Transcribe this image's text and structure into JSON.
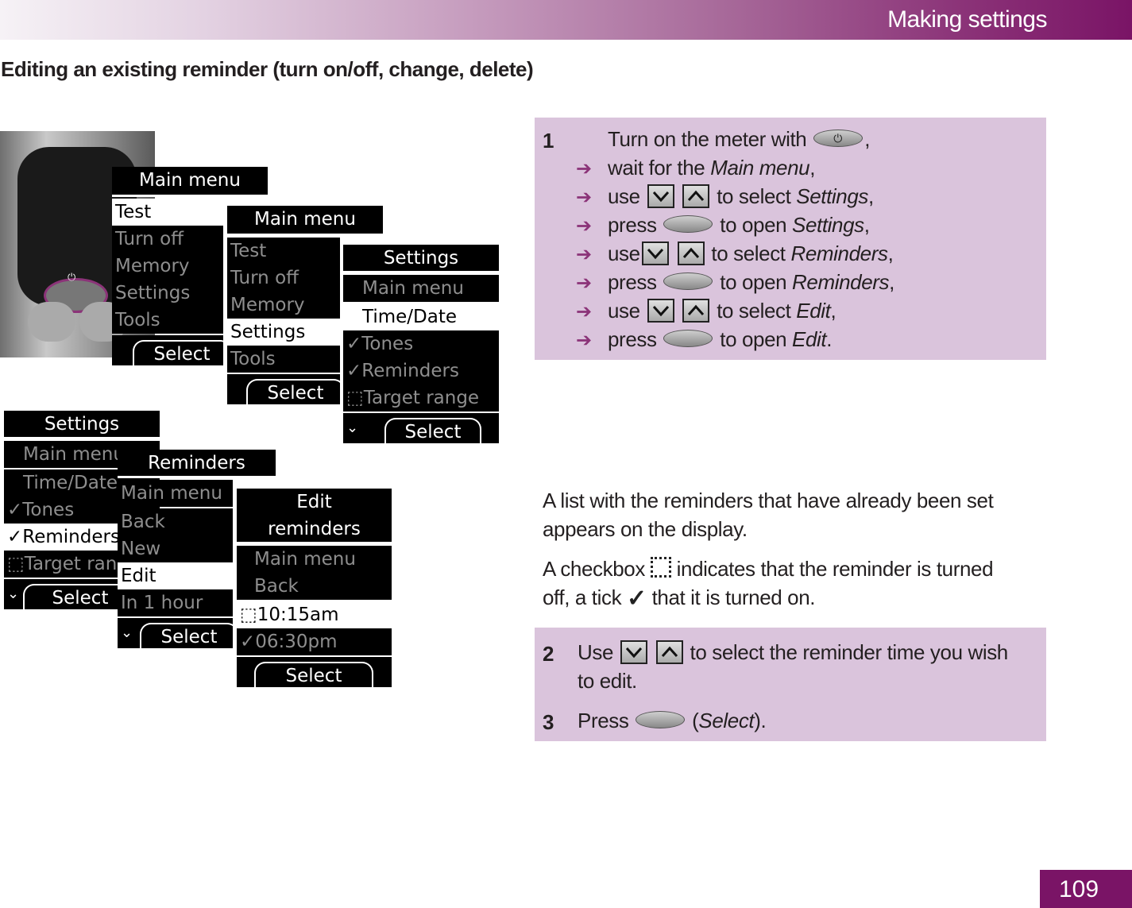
{
  "header": {
    "title": "Making settings"
  },
  "section_title": "Editing an existing reminder (turn on/off, change, delete)",
  "step1": {
    "number": "1",
    "line1_a": "Turn on the meter with",
    "line1_b": ",",
    "line2_a": "wait for the",
    "line2_i": "Main menu",
    "line2_b": ",",
    "line3_a": "use",
    "line3_b": "to select",
    "line3_i": "Settings",
    "line3_c": ",",
    "line4_a": "press",
    "line4_b": "to open",
    "line4_i": "Settings",
    "line4_c": ",",
    "line5_a": "use",
    "line5_b": "to select",
    "line5_i": "Reminders",
    "line5_c": ",",
    "line6_a": "press",
    "line6_b": "to open",
    "line6_i": "Reminders",
    "line6_c": ",",
    "line7_a": "use",
    "line7_b": "to select",
    "line7_i": "Edit",
    "line7_c": ",",
    "line8_a": "press",
    "line8_b": "to open",
    "line8_i": "Edit",
    "line8_c": "."
  },
  "info": {
    "p1_l1": "A list with the reminders that have already been set",
    "p1_l2": "appears on the display.",
    "p2_a": "A checkbox",
    "p2_b": "indicates that the reminder is turned",
    "p2_c": "off, a tick",
    "p2_d": "that it is turned on."
  },
  "step2": {
    "number": "2",
    "a": "Use",
    "b": "to select the reminder time you wish",
    "c": "to edit."
  },
  "step3": {
    "number": "3",
    "a": "Press",
    "b": "(",
    "i": "Select",
    "c": ")."
  },
  "page_number": "109",
  "icons": {
    "arrow": "➔",
    "tick": "✓"
  },
  "screens": {
    "s1": {
      "title": "Main menu",
      "items": [
        "Test",
        "Turn off",
        "Memory",
        "Settings",
        "Tools"
      ],
      "button": "Select"
    },
    "s2": {
      "title": "Main menu",
      "items": [
        "Test",
        "Turn off",
        "Memory",
        "Settings",
        "Tools"
      ],
      "button": "Select"
    },
    "s3": {
      "title": "Settings",
      "items": [
        "Main menu",
        "Time/Date",
        "✓Tones",
        "✓Reminders",
        "⬚Target range"
      ],
      "button": "Select"
    },
    "s4": {
      "title": "Settings",
      "items": [
        "Main menu",
        "Time/Date",
        "✓Tones",
        "✓Reminders",
        "⬚Target range"
      ],
      "button": "Select"
    },
    "s5": {
      "title": "Reminders",
      "items": [
        "Main menu",
        "Back",
        "New",
        "Edit",
        "In 1 hour"
      ],
      "button": "Select"
    },
    "s6": {
      "title_l1": "Edit",
      "title_l2": "reminders",
      "items": [
        "Main menu",
        "Back",
        "⬚10:15am",
        "✓06:30pm"
      ],
      "button": "Select"
    }
  },
  "colors": {
    "accent": "#7a1466",
    "box": "#dac4dc",
    "arrow": "#8b3378"
  }
}
